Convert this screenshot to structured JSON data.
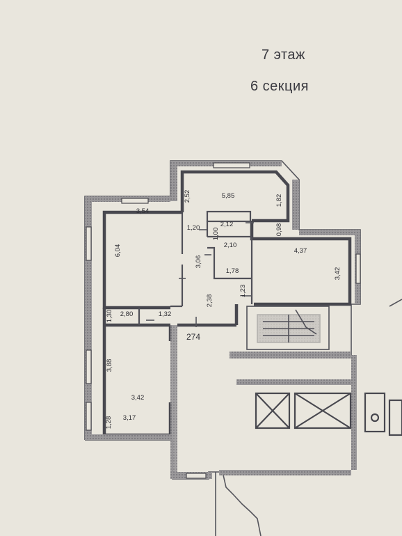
{
  "header": {
    "floor": "7 этаж",
    "section": "6 секция"
  },
  "apartment": {
    "number": "274"
  },
  "dimensions": {
    "room_top_width": "5,85",
    "room_top_left_height": "2,52",
    "room_top_right_height": "1,82",
    "room_left_width": "3,54",
    "room_left_height": "6,04",
    "hall_small_width": "1,20",
    "bath_width": "2,12",
    "bath_height": "1,00",
    "closet_height": "0,98",
    "wc_width": "2,10",
    "wc_height_inner": "1,78",
    "wc_side_height": "3,06",
    "room_right_width": "4,37",
    "room_right_height": "3,42",
    "corridor_small_height": "1,23",
    "corridor_height": "2,38",
    "strip_width_left": "2,80",
    "strip_width_right": "1,32",
    "strip_height": "1,30",
    "room_bottom_height": "3,88",
    "room_bottom_width": "3,42",
    "loggia_width": "3,17",
    "loggia_height": "1,28"
  }
}
